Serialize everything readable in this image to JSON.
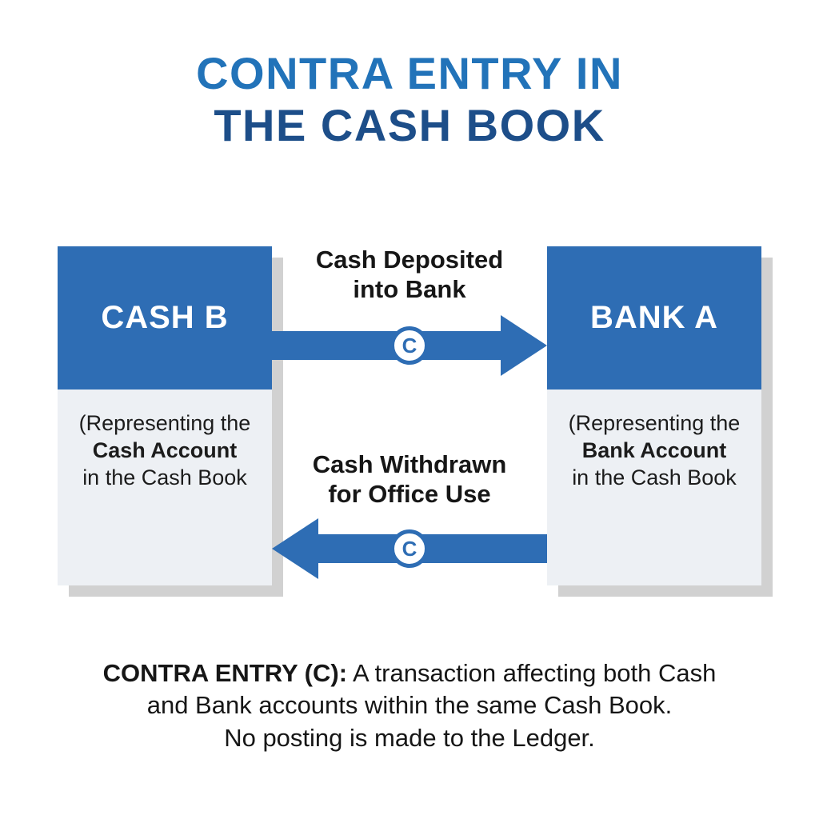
{
  "title": {
    "line1": "CONTRA ENTRY IN",
    "line2": "THE CASH BOOK"
  },
  "boxes": {
    "cash": {
      "header": "CASH B",
      "line1": "(Representing the",
      "line2": "Cash Account",
      "line3": "in the Cash Book"
    },
    "bank": {
      "header": "BANK A",
      "line1": "(Representing the",
      "line2": "Bank Account",
      "line3": "in the Cash Book"
    }
  },
  "arrows": {
    "deposit": {
      "direction": "right",
      "label_line1": "Cash Deposited",
      "label_line2": "into Bank",
      "badge": "C"
    },
    "withdraw": {
      "direction": "left",
      "label_line1": "Cash Withdrawn",
      "label_line2": "for Office Use",
      "badge": "C"
    }
  },
  "footer": {
    "lead": "CONTRA ENTRY (C):",
    "line1_rest": " A transaction affecting both Cash",
    "line2": "and Bank accounts within the same Cash Book.",
    "line3": "No posting is made to the Ledger."
  },
  "colors": {
    "accent_blue": "#2e6db4",
    "title_light_blue": "#2273b9",
    "title_dark_blue": "#1d4e89",
    "card_body": "#edf0f4",
    "shadow_gray": "#c6c6c6",
    "text_dark": "#161616"
  }
}
